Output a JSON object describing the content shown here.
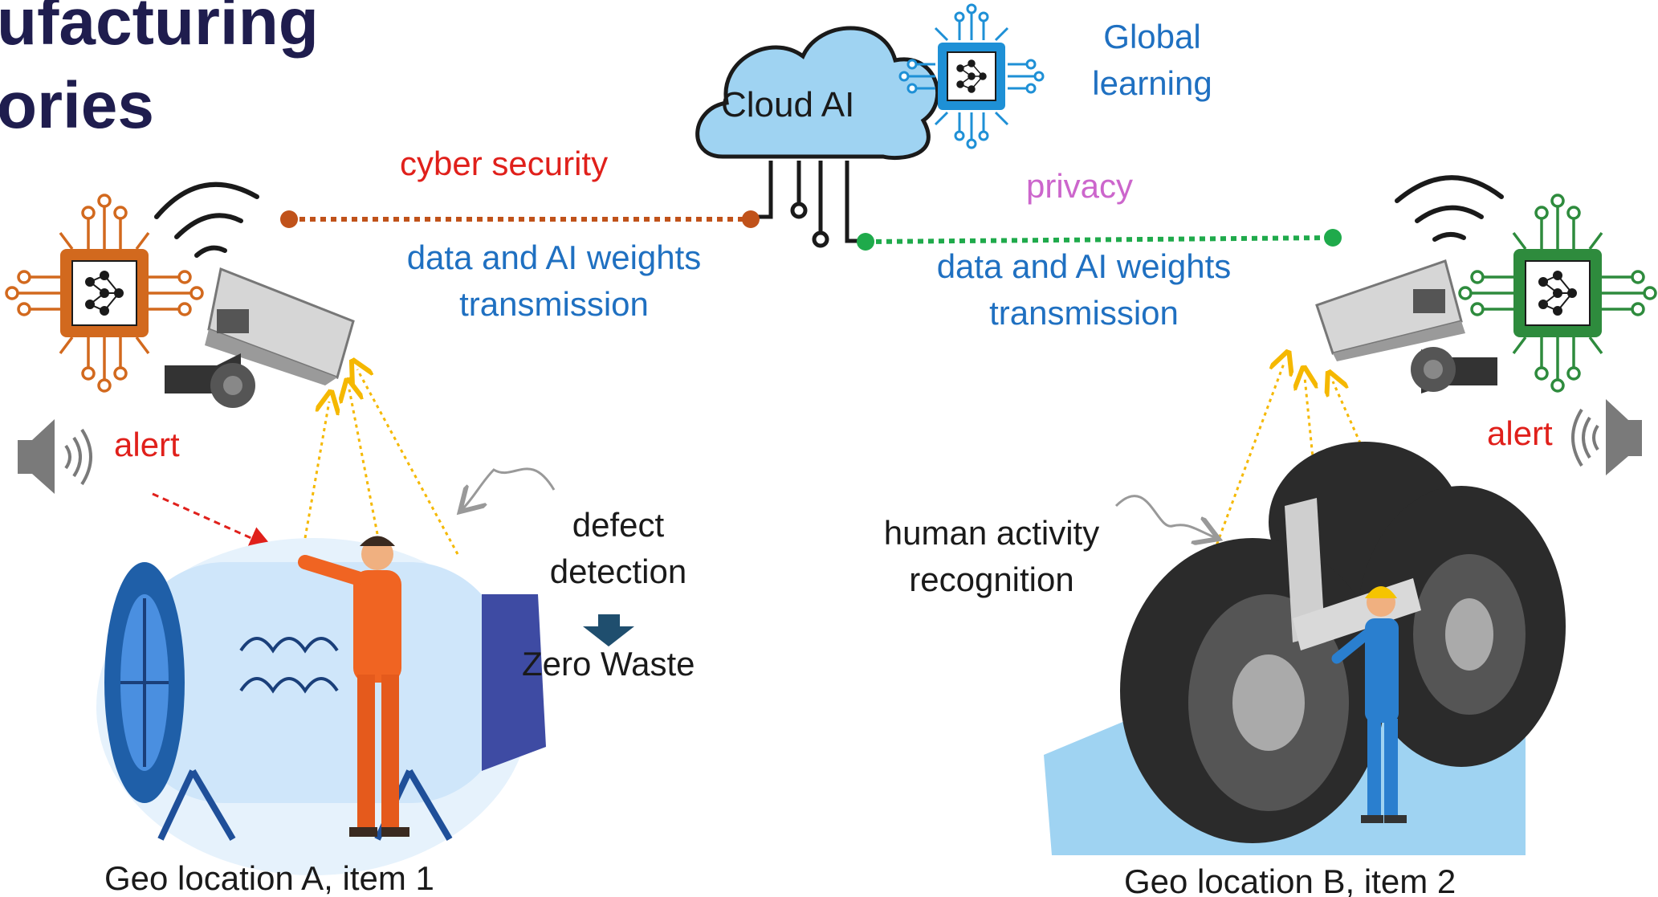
{
  "heading": {
    "line1": "ufacturing",
    "line2": "ories"
  },
  "cloud": {
    "label": "Cloud AI"
  },
  "global_learning": {
    "line1": "Global",
    "line2": "learning"
  },
  "links": {
    "left_label": "cyber security",
    "right_label": "privacy",
    "left_transmission": {
      "line1": "data and AI weights",
      "line2": "transmission"
    },
    "right_transmission": {
      "line1": "data and AI weights",
      "line2": "transmission"
    }
  },
  "site_a": {
    "alert": "alert",
    "task": {
      "line1": "defect",
      "line2": "detection"
    },
    "outcome": "Zero Waste",
    "caption": "Geo location A, item 1"
  },
  "site_b": {
    "alert": "alert",
    "task": {
      "line1": "human activity",
      "line2": "recognition"
    },
    "caption": "Geo location B, item 2"
  },
  "colors": {
    "heading": "#1f1d4e",
    "blue_text": "#1f70c1",
    "red_text": "#e0201b",
    "pink_text": "#cc66cc",
    "left_link": "#c0521a",
    "right_link": "#1faa4b",
    "chip_left": "#d2691e",
    "chip_right": "#2e8b3d",
    "chip_cloud": "#1e90d6",
    "sensing": "#f5b800",
    "cloud_fill": "#9fd3f2"
  },
  "icons": [
    "neural-chip-icon",
    "wifi-icon",
    "security-camera-icon",
    "speaker-icon",
    "cloud-icon",
    "down-arrow-icon"
  ]
}
